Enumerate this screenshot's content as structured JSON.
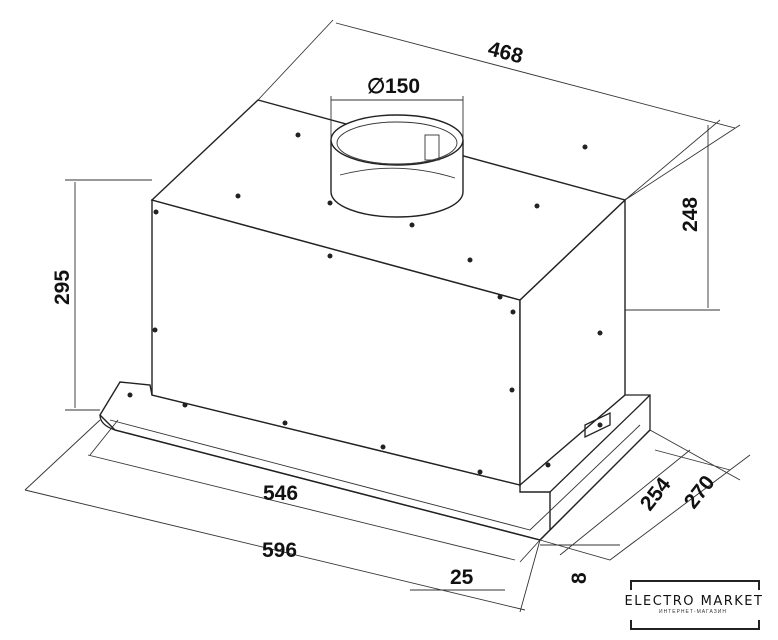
{
  "dimensions": {
    "width_top": "468",
    "duct_diameter": "150",
    "duct_symbol": "∅",
    "height_right": "248",
    "height_left": "295",
    "inner_width": "546",
    "outer_width": "596",
    "front_offset": "25",
    "plate_thickness": "8",
    "inner_depth": "254",
    "outer_depth": "270"
  },
  "logo": {
    "title": "ELECTRO MARKET",
    "subtitle": "ИНТЕРНЕТ-МАГАЗИН"
  },
  "colors": {
    "line": "#222222",
    "background": "#ffffff"
  }
}
